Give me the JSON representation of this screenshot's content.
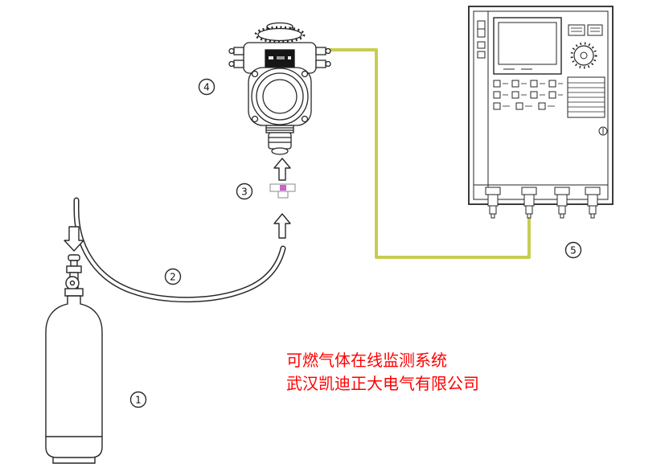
{
  "diagram": {
    "caption": {
      "line1": "可燃气体在线监测系统",
      "line2": "武汉凯迪正大电气有限公司"
    },
    "markers": {
      "cylinder": {
        "num": "1",
        "glyph": "①"
      },
      "tube": {
        "num": "2",
        "glyph": "②"
      },
      "adapter": {
        "num": "3",
        "glyph": "③"
      },
      "detector": {
        "num": "4",
        "glyph": "④"
      },
      "panel": {
        "num": "5",
        "glyph": "⑤"
      }
    },
    "colors": {
      "line": "#262626",
      "cable": "#c6ce52",
      "caption": "#ff0000",
      "adapter_accent": "#cf5ecf"
    }
  }
}
